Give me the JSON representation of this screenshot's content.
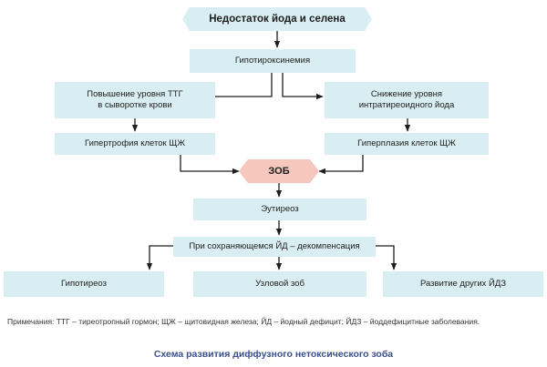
{
  "colors": {
    "box": "#d9eef2",
    "accent": "#f6c7bd",
    "line": "#1e1e1e",
    "caption": "#3a4e8c"
  },
  "nodes": {
    "deficiency": "Недостаток йода и селена",
    "hypothyroxinemia": "Гипотироксинемия",
    "ttg_increase": "Повышение уровня ТТГ\nв сыворотке крови",
    "iodine_decrease": "Снижение уровня\nинтратиреоидного йода",
    "hypertrophy": "Гипертрофия клеток ЩЖ",
    "hyperplasia": "Гиперплазия клеток ЩЖ",
    "goiter": "ЗОБ",
    "euthyroid": "Эутиреоз",
    "decompensation": "При сохраняющемся ЙД – декомпенсация",
    "hypothyroid": "Гипотиреоз",
    "nodular": "Узловой зоб",
    "other_idd": "Развитие других ЙДЗ"
  },
  "note": "Примечания: ТТГ – тиреотропный гормон; ЩЖ – щитовидная железа; ЙД – йодный дефицит; ЙДЗ – йоддефицитные заболевания.",
  "caption": "Схема развития диффузного нетоксического зоба"
}
